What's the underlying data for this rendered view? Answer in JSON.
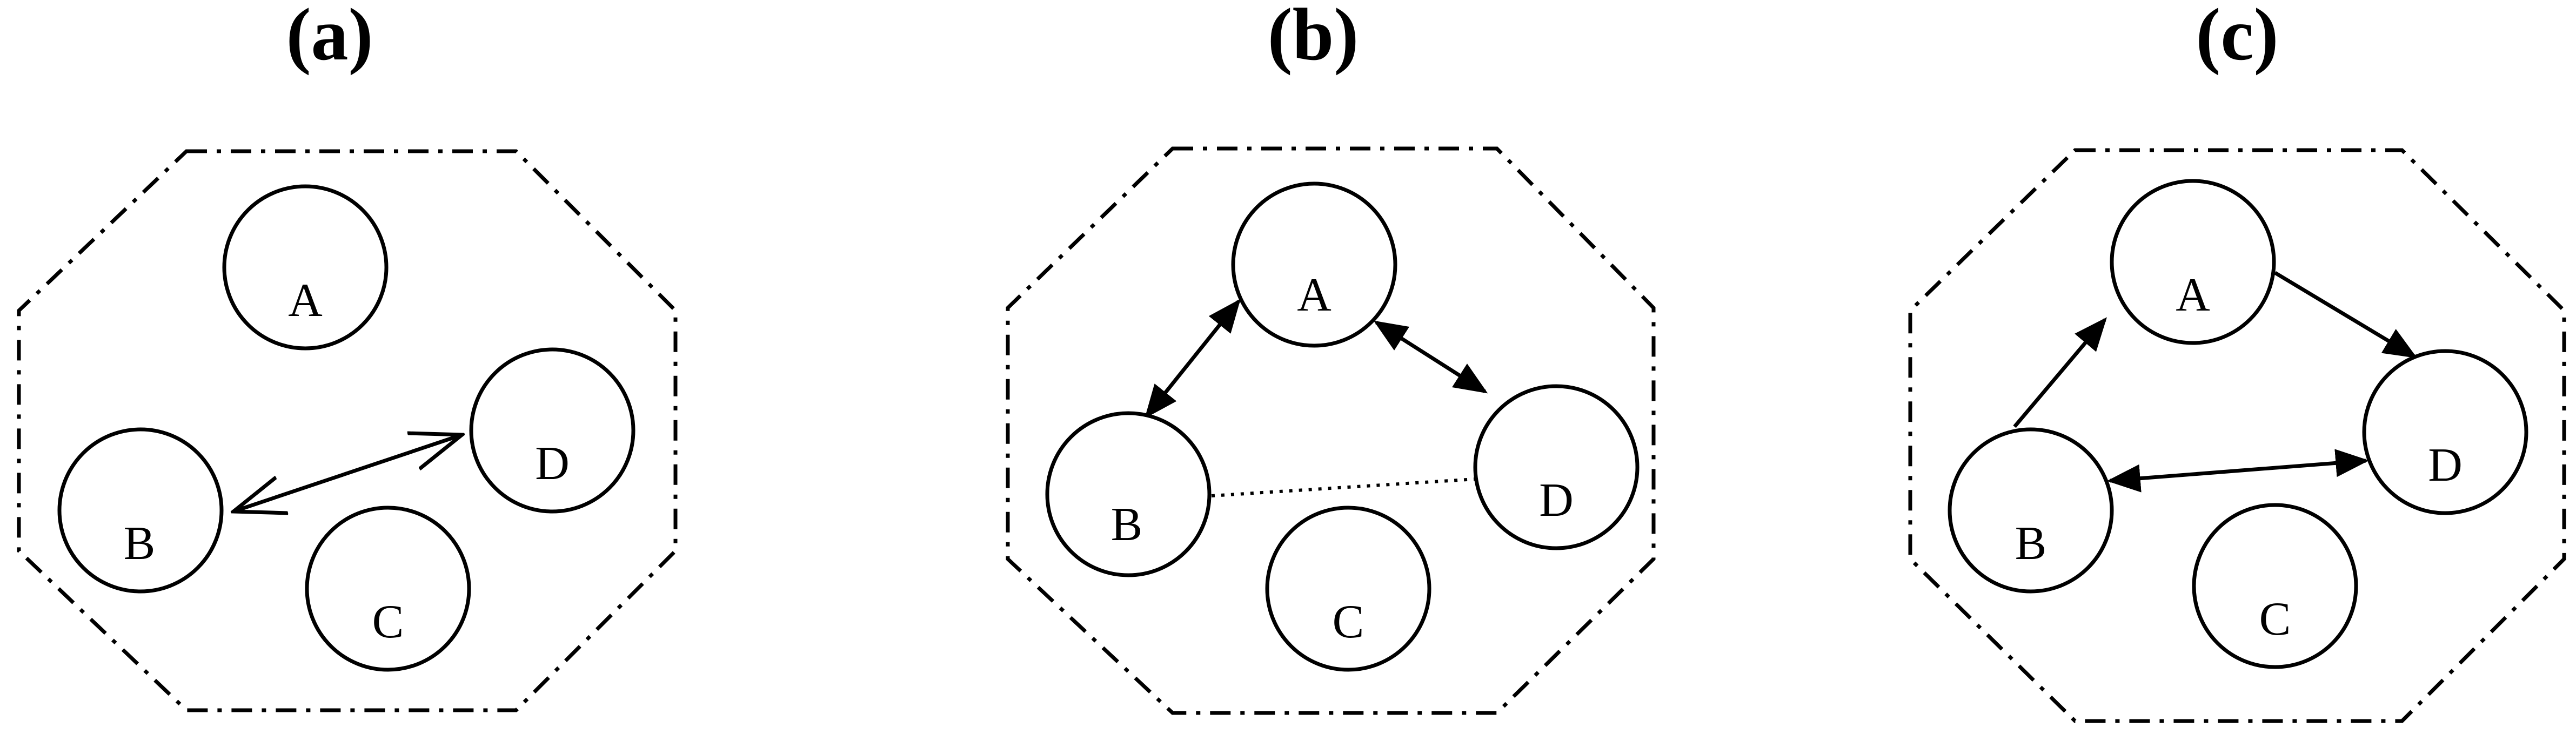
{
  "panels": [
    {
      "label": "(a)",
      "nodes": {
        "A": "A",
        "B": "B",
        "C": "C",
        "D": "D"
      },
      "edges": [
        {
          "from": "B",
          "to": "D",
          "style": "open-arrow",
          "direction": "both"
        }
      ]
    },
    {
      "label": "(b)",
      "nodes": {
        "A": "A",
        "B": "B",
        "C": "C",
        "D": "D"
      },
      "edges": [
        {
          "from": "A",
          "to": "B",
          "style": "filled-arrow",
          "direction": "both"
        },
        {
          "from": "A",
          "to": "D",
          "style": "filled-arrow",
          "direction": "both"
        },
        {
          "from": "B",
          "to": "D",
          "style": "dotted",
          "direction": "none"
        }
      ]
    },
    {
      "label": "(c)",
      "nodes": {
        "A": "A",
        "B": "B",
        "C": "C",
        "D": "D"
      },
      "edges": [
        {
          "from": "B",
          "to": "A",
          "style": "filled-arrow",
          "direction": "forward"
        },
        {
          "from": "A",
          "to": "D",
          "style": "filled-arrow",
          "direction": "forward"
        },
        {
          "from": "B",
          "to": "D",
          "style": "filled-arrow",
          "direction": "both"
        }
      ]
    }
  ],
  "colors": {
    "stroke": "#000000",
    "background": "#ffffff"
  }
}
